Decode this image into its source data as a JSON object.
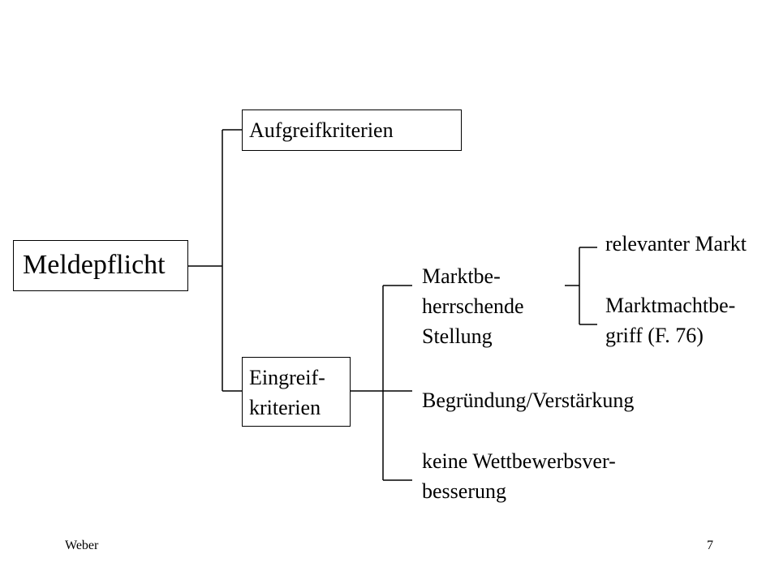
{
  "diagram": {
    "root": {
      "label": "Meldepflicht"
    },
    "branch_top": {
      "label": "Aufgreifkriterien"
    },
    "branch_bottom": {
      "line1": "Eingreif-",
      "line2": "kriterien"
    },
    "criteria": {
      "market_dominance": {
        "line1": "Marktbe-",
        "line2": "herrschende",
        "line3": "Stellung"
      },
      "establishment": {
        "label": "Begründung/Verstärkung"
      },
      "no_improvement": {
        "line1": "keine Wettbewerbsver-",
        "line2": "besserung"
      }
    },
    "sub_criteria": {
      "relevant_market": {
        "label": "relevanter Markt"
      },
      "market_power": {
        "line1": "Marktmachtbe-",
        "line2": "griff (F. 76)"
      }
    }
  },
  "footer": {
    "author": "Weber",
    "page_number": "7"
  }
}
